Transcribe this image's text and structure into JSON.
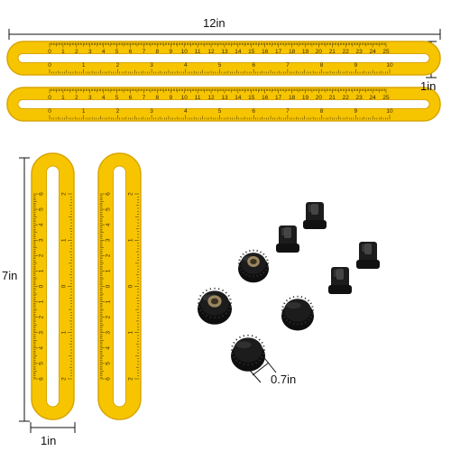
{
  "dimensions": {
    "long_ruler_length": "12in",
    "long_ruler_width": "1in",
    "short_ruler_length": "7in",
    "short_ruler_width": "1in",
    "knob_diameter": "0.7in"
  },
  "long_ruler": {
    "cm_ticks": [
      "0",
      "1",
      "2",
      "3",
      "4",
      "5",
      "6",
      "7",
      "8",
      "9",
      "10",
      "11",
      "12",
      "13",
      "14",
      "15",
      "16",
      "17",
      "18",
      "19",
      "20",
      "21",
      "22",
      "23",
      "24",
      "25"
    ],
    "inch_ticks": [
      "0",
      "1",
      "2",
      "3",
      "4",
      "5",
      "6",
      "7",
      "8",
      "9",
      "10"
    ]
  },
  "short_ruler": {
    "cm_ticks": [
      "6",
      "5",
      "4",
      "3",
      "2",
      "1",
      "0",
      "1",
      "2",
      "3",
      "4",
      "5",
      "6"
    ],
    "inch_ticks": [
      "2",
      "1",
      "0",
      "1",
      "2"
    ]
  },
  "colors": {
    "ruler_yellow": "#f7c500",
    "ruler_edge": "#d9a600",
    "marking": "#3a2a00",
    "plastic_black": "#1c1c1c"
  },
  "parts": {
    "knobs": 4,
    "connectors": 4
  }
}
